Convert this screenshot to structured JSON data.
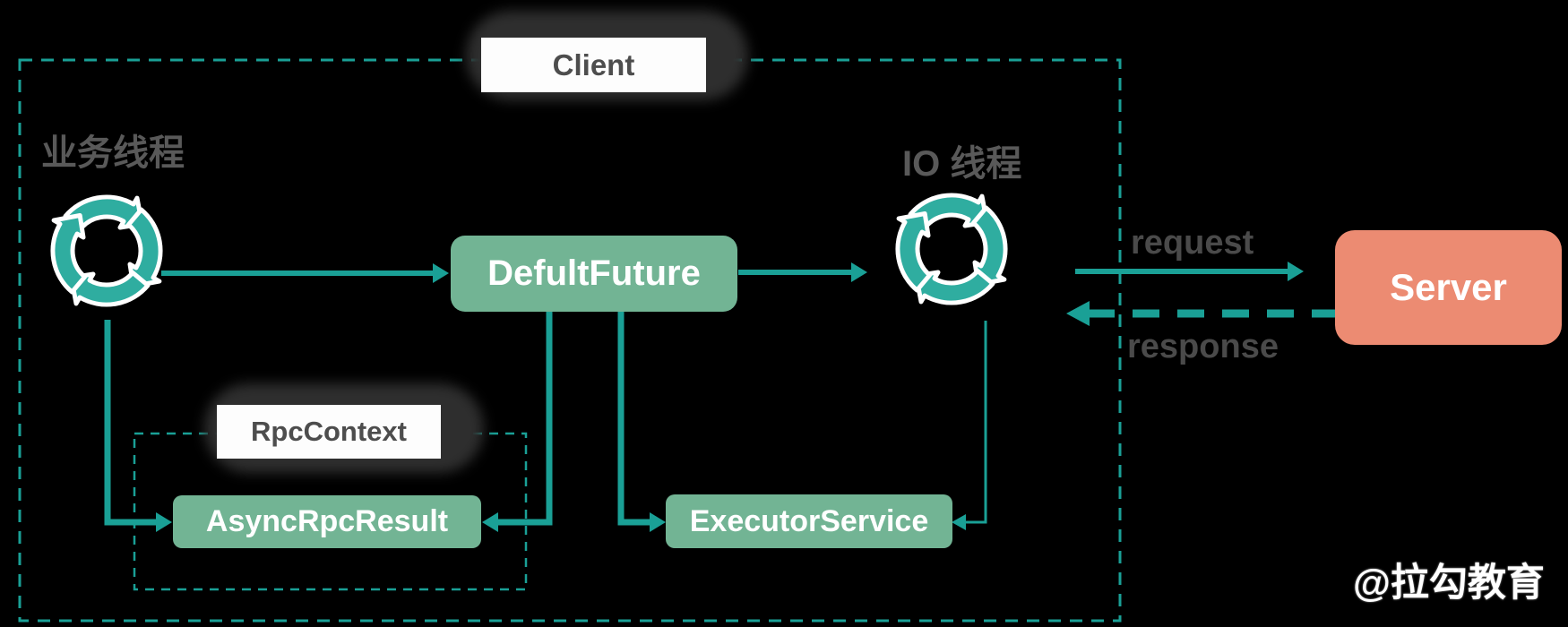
{
  "diagram": {
    "client_label": "Client",
    "rpc_context_label": "RpcContext",
    "business_thread_label": "业务线程",
    "io_thread_label": "IO 线程",
    "defult_future_label": "DefultFuture",
    "async_rpc_result_label": "AsyncRpcResult",
    "executor_service_label": "ExecutorService",
    "server_label": "Server",
    "request_label": "request",
    "response_label": "response",
    "watermark": "@拉勾教育",
    "icons": {
      "business_loop": "sync-loop-icon",
      "io_loop": "sync-loop-icon"
    },
    "colors": {
      "background": "#000000",
      "line_teal": "#1aa096",
      "icon_teal": "#2fada0",
      "node_green": "#72b494",
      "server_salmon": "#ec8b72",
      "tag_text_gray": "#4d4d4d",
      "label_gray": "#595959",
      "watermark_white": "#ffffff"
    }
  }
}
